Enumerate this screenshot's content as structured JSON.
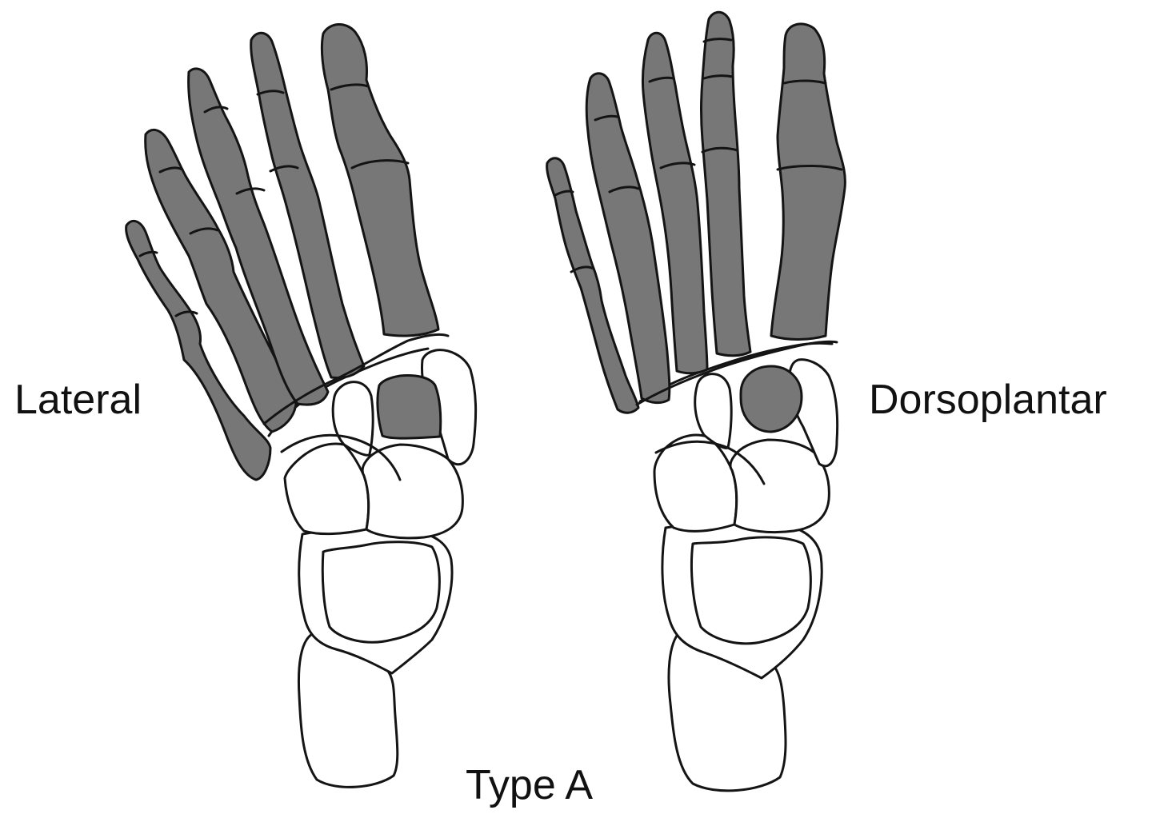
{
  "figure": {
    "labels": {
      "left_view": "Lateral",
      "right_view": "Dorsoplantar",
      "caption": "Type A"
    },
    "colors": {
      "shaded_bone": "#777777",
      "outline": "#141414",
      "background": "#ffffff"
    }
  }
}
